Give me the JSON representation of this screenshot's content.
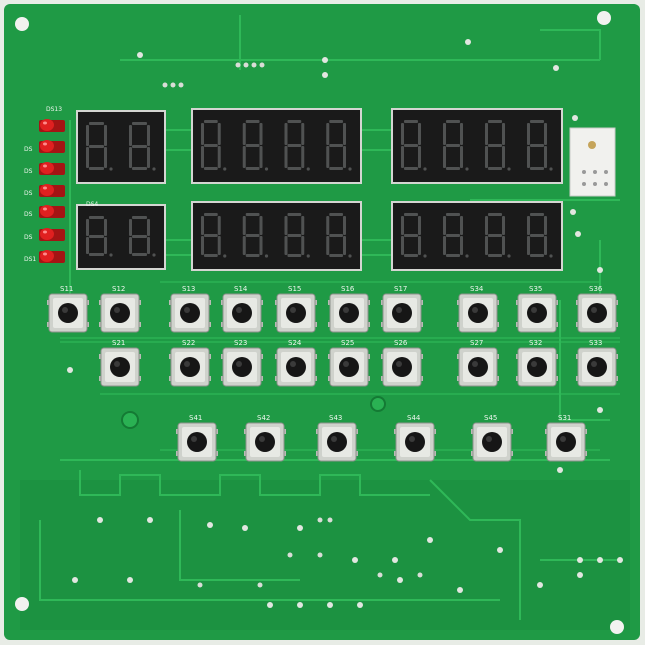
{
  "led_labels": [
    "DS13",
    "DS",
    "DS",
    "DS",
    "DS",
    "DS",
    "DS1"
  ],
  "display_labels": [
    "DS4"
  ],
  "button_labels": {
    "row1": [
      "S11",
      "S12",
      "S13",
      "S14",
      "S15",
      "S16",
      "S17",
      "S34",
      "S35",
      "S36"
    ],
    "row2": [
      "S21",
      "S22",
      "S23",
      "S24",
      "S25",
      "S26",
      "S27",
      "S32",
      "S33"
    ],
    "row3": [
      "S41",
      "S42",
      "S43",
      "S44",
      "S45",
      "S31"
    ]
  },
  "colors": {
    "pcb": "#1f9a45",
    "pcb_dark": "#168038",
    "trace": "#2fb858",
    "silk": "#eef6ee",
    "pad": "#d9ddd7",
    "led": "#e02020",
    "display": "#1a1a1a"
  }
}
